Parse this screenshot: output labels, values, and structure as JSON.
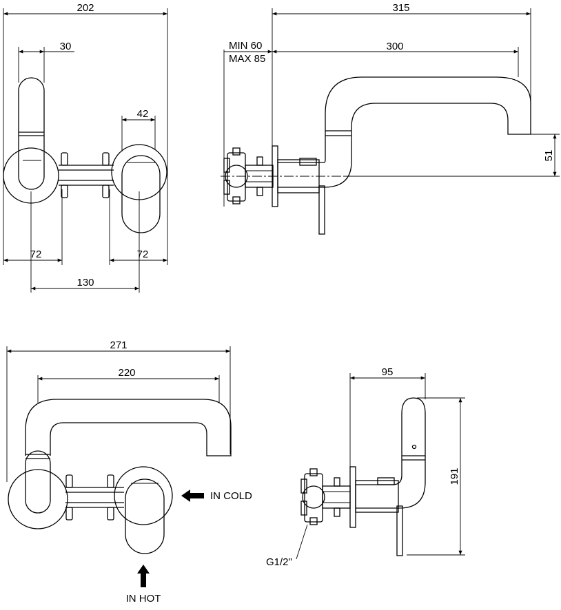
{
  "dimensions": {
    "front_top": {
      "overall_width": "202",
      "spout_width": "30",
      "handle_width": "42",
      "left_offset": "72",
      "right_offset": "72",
      "center_distance": "130"
    },
    "side_top": {
      "overall_length": "315",
      "spout_reach": "300",
      "min_label": "MIN 60",
      "max_label": "MAX 85",
      "spout_height": "51"
    },
    "front_bottom": {
      "overall_width": "271",
      "spout_width": "220"
    },
    "side_bottom": {
      "depth": "95",
      "height": "191",
      "thread": "G1/2\""
    }
  },
  "labels": {
    "in_cold": "IN COLD",
    "in_hot": "IN HOT"
  }
}
